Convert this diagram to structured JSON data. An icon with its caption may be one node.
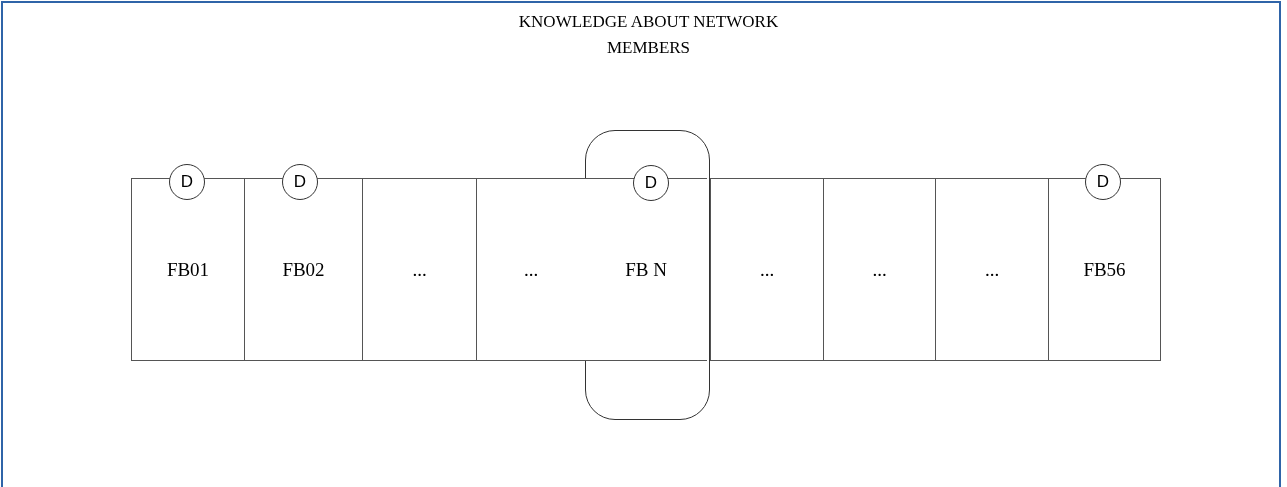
{
  "diagram": {
    "nodes": [
      {
        "text": [
          "KNOWLEDGE ABOUT NETWORK MEMBERS"
        ]
      },
      {
        "text": [
          "D"
        ]
      },
      {
        "text": [
          "D"
        ]
      },
      {
        "text": [
          "D"
        ],
        "in": 0
      },
      {
        "text": [
          "D"
        ]
      },
      {
        "text": [
          "FB01"
        ]
      },
      {
        "text": [
          "FB02"
        ]
      },
      {
        "text": [
          "..."
        ]
      },
      {
        "text": [
          "..."
        ]
      },
      {
        "text": [
          "FB N"
        ],
        "in": 0
      },
      {
        "text": [
          "..."
        ]
      },
      {
        "text": [
          "..."
        ]
      },
      {
        "text": [
          "..."
        ]
      },
      {
        "text": [
          "FB56"
        ]
      }
    ],
    "edges": []
  }
}
